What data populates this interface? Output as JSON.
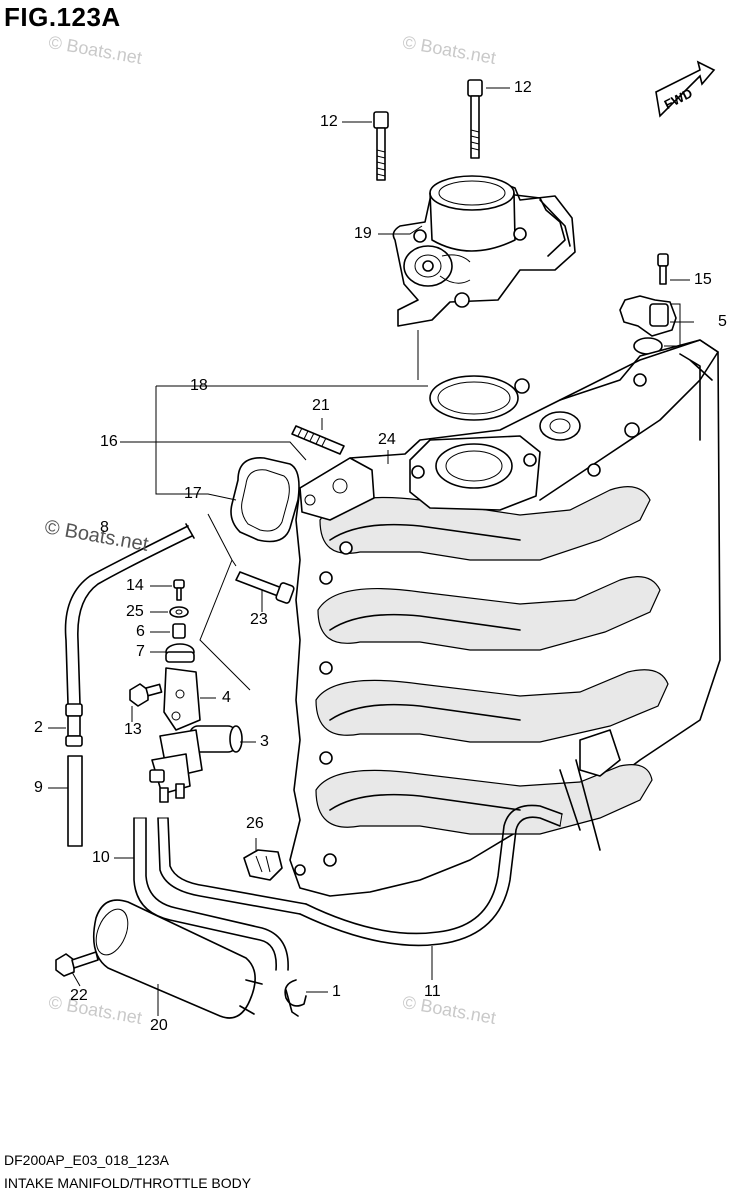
{
  "figure": {
    "title": "FIG.123A"
  },
  "fwd_label": "FWD",
  "watermark_text": "© Boats.net",
  "callouts": {
    "p1": "1",
    "p2": "2",
    "p3": "3",
    "p4": "4",
    "p5": "5",
    "p6": "6",
    "p7": "7",
    "p8": "8",
    "p9": "9",
    "p10": "10",
    "p11": "11",
    "p12a": "12",
    "p12b": "12",
    "p13": "13",
    "p14": "14",
    "p15": "15",
    "p16": "16",
    "p17": "17",
    "p18": "18",
    "p19": "19",
    "p20": "20",
    "p21": "21",
    "p22": "22",
    "p23": "23",
    "p24": "24",
    "p25": "25",
    "p26": "26"
  },
  "footer": {
    "code": "DF200AP_E03_018_123A",
    "name": "INTAKE MANIFOLD/THROTTLE BODY"
  }
}
